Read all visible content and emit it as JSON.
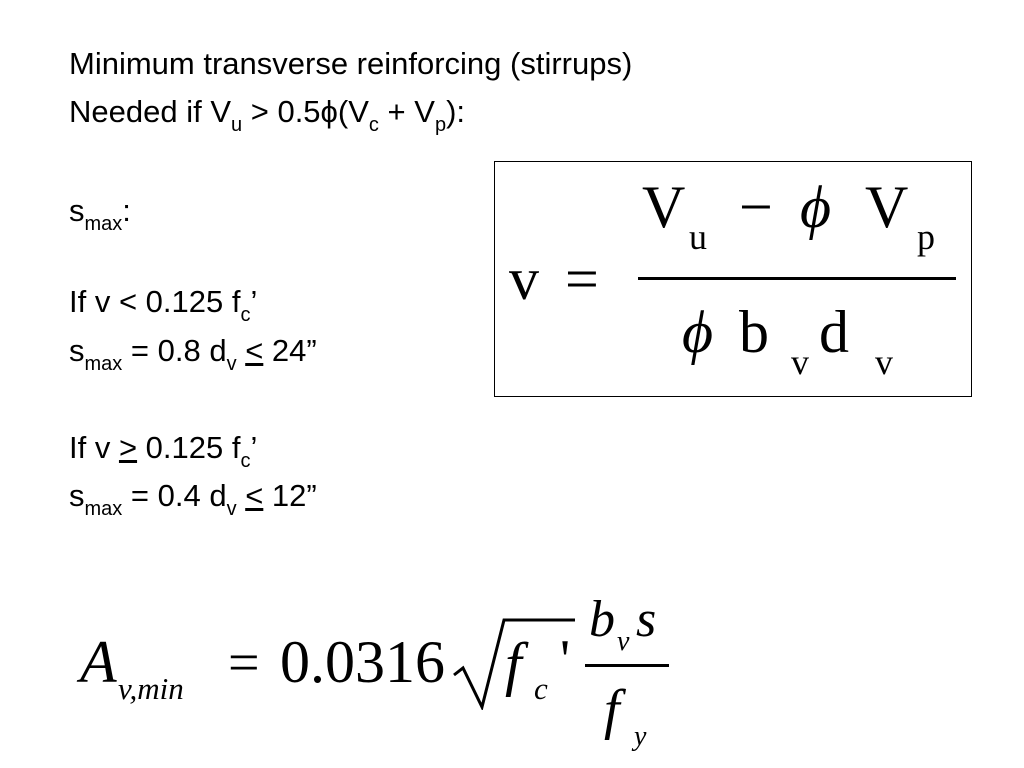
{
  "slide": {
    "title_line1": "Minimum transverse reinforcing (stirrups)",
    "title_line2_main": "Needed if V",
    "title_line2_sub1": "u",
    "title_line2_mid": " > 0.5ϕ(V",
    "title_line2_sub2": "c",
    "title_line2_plus": " + V",
    "title_line2_sub3": "p",
    "title_line2_end": "):",
    "smax_label_main": "s",
    "smax_label_sub": "max",
    "smax_label_colon": ":",
    "case1_cond_main": "If v < 0.125 f",
    "case1_cond_sub": "c",
    "case1_cond_end": "’",
    "case1_res_s": "s",
    "case1_res_sub": "max",
    "case1_res_mid": " = 0.8 d",
    "case1_res_dsub": "v",
    "case1_res_space": " ",
    "case1_res_op": "<",
    "case1_res_end": " 24”",
    "case2_cond_main": "If v ",
    "case2_cond_op": ">",
    "case2_cond_rest": " 0.125 f",
    "case2_cond_sub": "c",
    "case2_cond_end": "’",
    "case2_res_s": "s",
    "case2_res_sub": "max",
    "case2_res_mid": " = 0.4 d",
    "case2_res_dsub": "v",
    "case2_res_space": " ",
    "case2_res_op": "<",
    "case2_res_end": " 12”"
  },
  "formula_v": {
    "lhs": "v",
    "equals": "=",
    "num_V": "V",
    "num_u": "u",
    "num_minus": "−",
    "num_phi": "ϕ",
    "num_V2": "V",
    "num_p": "p",
    "den_phi": "ϕ",
    "den_b": "b",
    "den_bsub": "v",
    "den_d": "d",
    "den_dsub": "v"
  },
  "formula_av": {
    "A": "A",
    "A_sub": "v,min",
    "equals": "=",
    "coef": "0.0316",
    "f": "f",
    "f_sub": "c",
    "prime": "'",
    "num_b": "b",
    "num_bsub": "v",
    "num_s": "s",
    "den_f": "f",
    "den_sub": "y"
  }
}
